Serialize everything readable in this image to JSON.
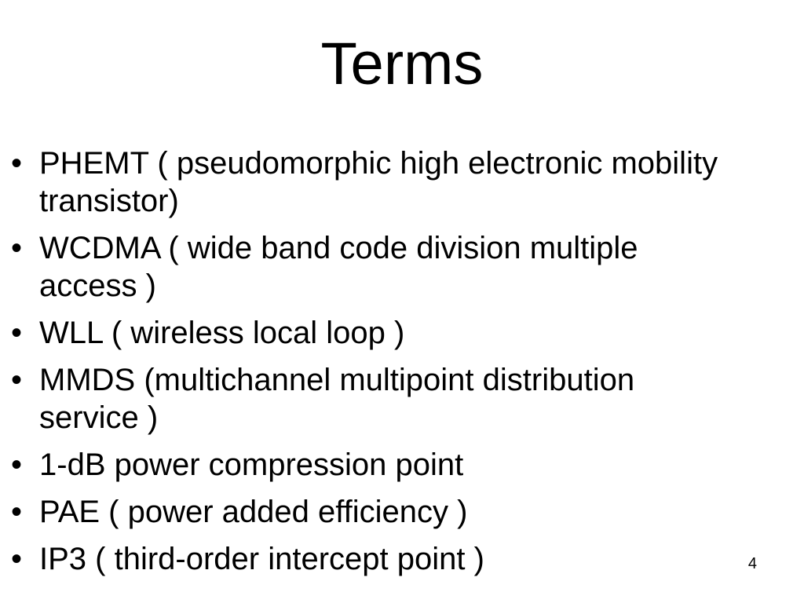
{
  "slide": {
    "title": "Terms",
    "bullet_char": "•",
    "items": [
      {
        "text": "PHEMT ( pseudomorphic high electronic mobility transistor)"
      },
      {
        "text": "WCDMA ( wide band code division multiple access )"
      },
      {
        "text": "WLL ( wireless local loop )"
      },
      {
        "text": "MMDS (multichannel multipoint distribution service )"
      },
      {
        "text": "1-dB power compression point"
      },
      {
        "text": "PAE ( power added efficiency )"
      },
      {
        "text": "IP3 ( third-order intercept point )"
      }
    ],
    "page_number": "4"
  }
}
